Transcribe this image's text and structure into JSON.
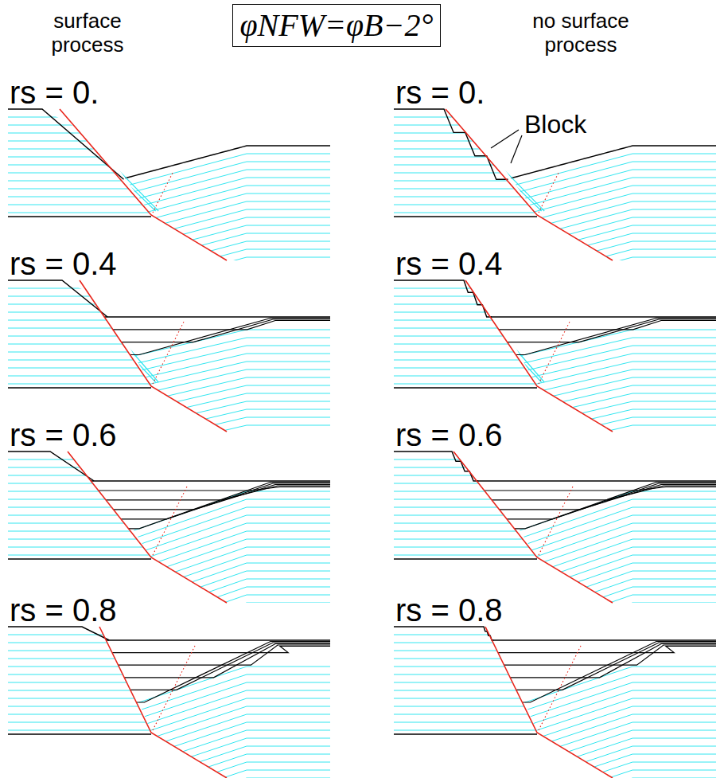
{
  "diagram": {
    "nodes": [
      {
        "text": [
          "φNFW=φB−2°"
        ]
      }
    ],
    "labels": [
      "surface process",
      "no surface process",
      "rs = 0.",
      "rs = 0.",
      "rs = 0.4",
      "rs = 0.4",
      "rs = 0.6",
      "rs = 0.6",
      "rs = 0.8",
      "rs = 0.8",
      "Block"
    ]
  }
}
